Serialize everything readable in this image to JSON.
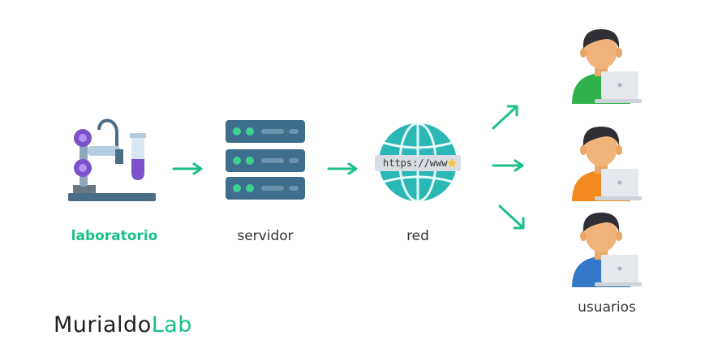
{
  "nodes": {
    "laboratorio": "laboratorio",
    "servidor": "servidor",
    "red": "red",
    "usuarios": "usuarios"
  },
  "browser_bar": {
    "text": "https://www"
  },
  "logo": {
    "head": "Murialdo",
    "tail": "Lab"
  },
  "colors": {
    "accent": "#1bbf8c",
    "server": "#3d6e8e",
    "globe": "#2ab7b6",
    "user_shirts": [
      "#2fb24a",
      "#f38a1f",
      "#3478c9"
    ]
  },
  "icons": {
    "lab": "lab-robot-arm-icon",
    "server": "server-rack-icon",
    "network": "globe-browser-icon",
    "user": "user-with-laptop-icon"
  }
}
